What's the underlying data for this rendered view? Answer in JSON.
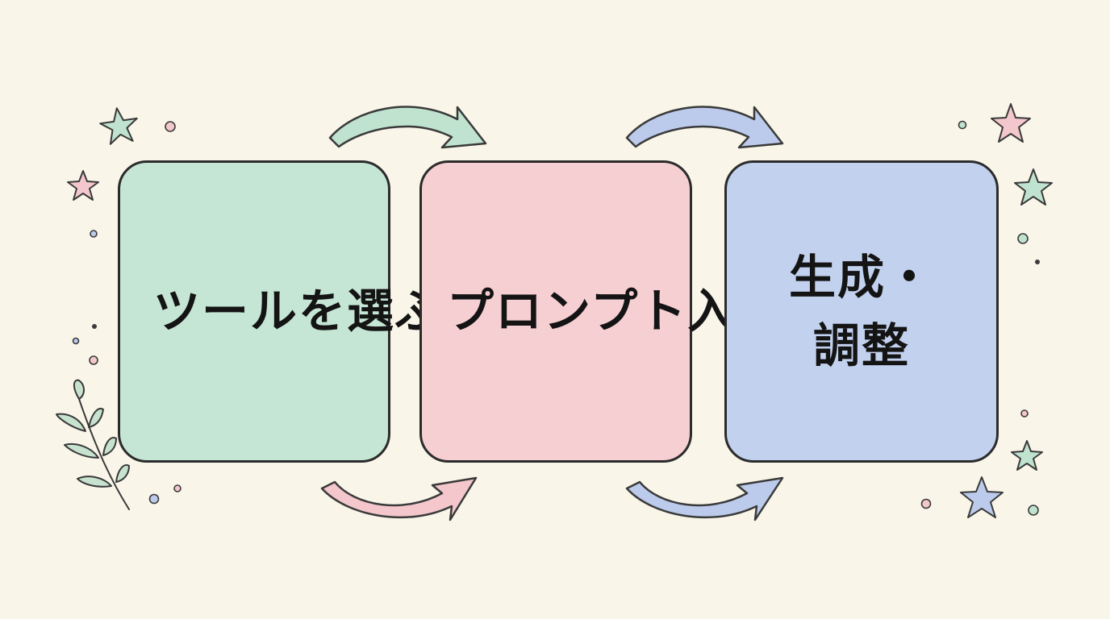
{
  "steps": [
    {
      "label": "ツールを選ぶ",
      "color": "#c5e6d5"
    },
    {
      "label": "プロンプト入力",
      "color": "#f6cfd2"
    },
    {
      "label": "生成・調整",
      "color": "#c2d1ee"
    }
  ],
  "arrow_colors": {
    "mint": "#bfe3cf",
    "pink": "#f3c7cc",
    "blue": "#bccbeb",
    "outline": "#3a3a3a"
  },
  "decoration_colors": {
    "mint": "#bfe3cf",
    "pink": "#f3c7cc",
    "blue": "#bccbeb",
    "leaf": "#c7e3cf"
  }
}
